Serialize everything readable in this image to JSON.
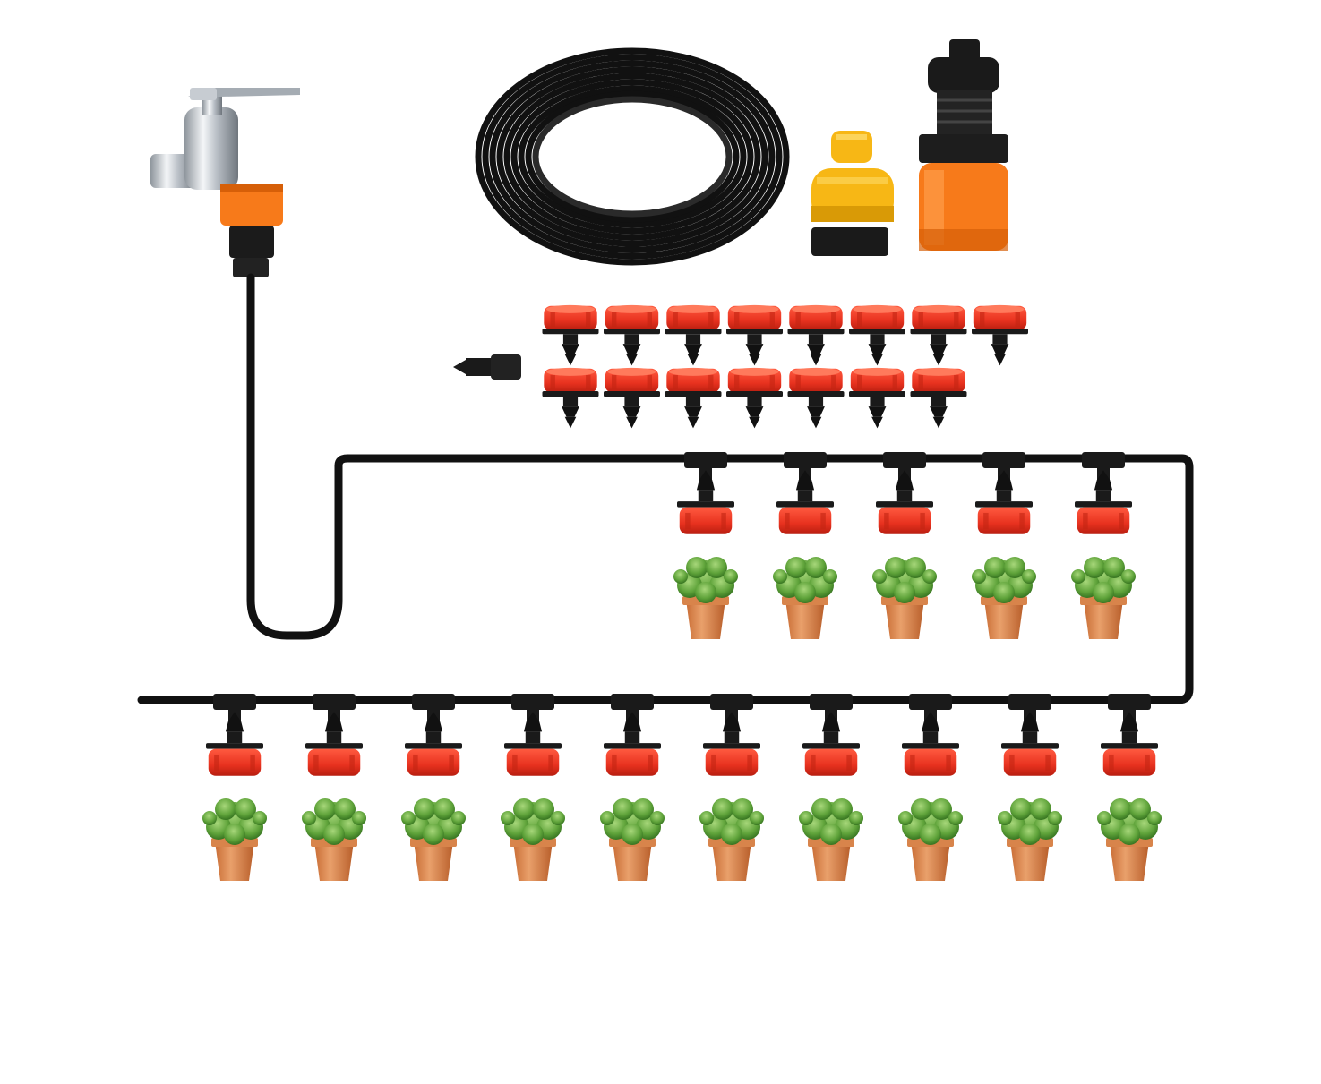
{
  "scene": {
    "kind": "drip irrigation kit product illustration",
    "items": {
      "faucet": "faucet-icon",
      "tubing_coil": "tubing-coil-icon",
      "tap_adapter": "yellow-tap-adapter-icon",
      "quick_connector": "orange-quick-connector-icon",
      "barb_connector": "barb-connector-icon",
      "dripper": "red-adjustable-dripper-icon",
      "plant": "potted-plant-icon"
    },
    "loose_drippers": {
      "row1": 8,
      "row2": 7
    },
    "upper_line_drippers": 5,
    "lower_line_drippers": 10,
    "colors": {
      "tube": "#111111",
      "dripper_red": "#e8321f",
      "dripper_dark": "#b81e10",
      "adapter_orange": "#f77a1a",
      "adapter_yellow": "#f7b715",
      "pot": "#d9824a",
      "leaf": "#5fa33a",
      "chrome": "#c9ced4"
    }
  }
}
